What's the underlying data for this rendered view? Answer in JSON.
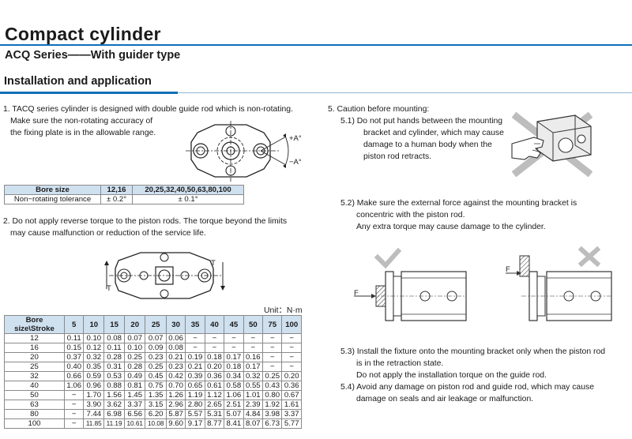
{
  "header": {
    "title": "Compact cylinder",
    "subtitle": "ACQ Series——With guider type",
    "section": "Installation and application"
  },
  "left": {
    "item1": [
      "1. TACQ series cylinder is designed with double guide rod which is non-rotating.",
      "Make sure the non-rotating accuracy of",
      "the fixing plate is in the allowable range."
    ],
    "fig1": {
      "plus_label": "+A°",
      "minus_label": "−A°"
    },
    "table1": {
      "headers": [
        "Bore size",
        "12,16",
        "20,25,32,40,50,63,80,100"
      ],
      "rows": [
        [
          "Non−rotating tolerance",
          "± 0.2°",
          "± 0.1°"
        ]
      ]
    },
    "item2": [
      "2. Do not apply reverse torque to the piston rods. The torque beyond the limits",
      "may cause malfunction or reduction of the service life."
    ],
    "fig2": {
      "t_left": "T",
      "t_right": "T"
    },
    "unit": "Unit：N·m",
    "table2": {
      "headers": [
        "Bore size\\Stroke",
        "5",
        "10",
        "15",
        "20",
        "25",
        "30",
        "35",
        "40",
        "45",
        "50",
        "75",
        "100"
      ],
      "rows": [
        [
          "12",
          "0.11",
          "0.10",
          "0.08",
          "0.07",
          "0.07",
          "0.06",
          "−",
          "−",
          "−",
          "−",
          "−",
          "−"
        ],
        [
          "16",
          "0.15",
          "0.12",
          "0.11",
          "0.10",
          "0.09",
          "0.08",
          "−",
          "−",
          "−",
          "−",
          "−",
          "−"
        ],
        [
          "20",
          "0.37",
          "0.32",
          "0.28",
          "0.25",
          "0.23",
          "0.21",
          "0.19",
          "0.18",
          "0.17",
          "0.16",
          "−",
          "−"
        ],
        [
          "25",
          "0.40",
          "0.35",
          "0.31",
          "0.28",
          "0.25",
          "0.23",
          "0.21",
          "0.20",
          "0.18",
          "0.17",
          "−",
          "−"
        ],
        [
          "32",
          "0.66",
          "0.59",
          "0.53",
          "0.49",
          "0.45",
          "0.42",
          "0.39",
          "0.36",
          "0.34",
          "0.32",
          "0.25",
          "0.20"
        ],
        [
          "40",
          "1.06",
          "0.96",
          "0.88",
          "0.81",
          "0.75",
          "0.70",
          "0.65",
          "0.61",
          "0.58",
          "0.55",
          "0.43",
          "0.36"
        ],
        [
          "50",
          "−",
          "1.70",
          "1.56",
          "1.45",
          "1.35",
          "1.26",
          "1.19",
          "1.12",
          "1.06",
          "1.01",
          "0.80",
          "0.67"
        ],
        [
          "63",
          "−",
          "3.90",
          "3.62",
          "3.37",
          "3.15",
          "2.96",
          "2.80",
          "2.65",
          "2.51",
          "2.39",
          "1.92",
          "1.61"
        ],
        [
          "80",
          "−",
          "7.44",
          "6.98",
          "6.56",
          "6.20",
          "5.87",
          "5.57",
          "5.31",
          "5.07",
          "4.84",
          "3.98",
          "3.37"
        ],
        [
          "100",
          "−",
          "11.85",
          "11.19",
          "10.61",
          "10.08",
          "9.60",
          "9.17",
          "8.77",
          "8.41",
          "8.07",
          "6.73",
          "5.77"
        ]
      ]
    }
  },
  "right": {
    "item5_title": "5. Caution before mounting:",
    "item5_1": [
      "5.1) Do not put hands between the mounting",
      "bracket and cylinder, which may cause",
      "damage to a human body when the",
      "piston rod retracts."
    ],
    "item5_2": [
      "5.2) Make sure the external force against the mounting bracket is",
      "concentric with the piston rod.",
      "Any extra torque may cause damage to the cylinder."
    ],
    "fig3": {
      "force_label_left": "F",
      "force_label_right": "F"
    },
    "item5_3": [
      "5.3) Install the fixture onto the mounting bracket only when the piston rod",
      "is in the retraction state.",
      "Do not apply the installation torque on the guide rod."
    ],
    "item5_4": [
      "5.4) Avoid any damage on piston rod and guide rod, which may cause",
      "damage on seals and air leakage or malfunction."
    ]
  },
  "colors": {
    "accent": "#0e6fb8",
    "table_header": "#cfe0ef",
    "mark_gray": "#bdbdbd"
  }
}
